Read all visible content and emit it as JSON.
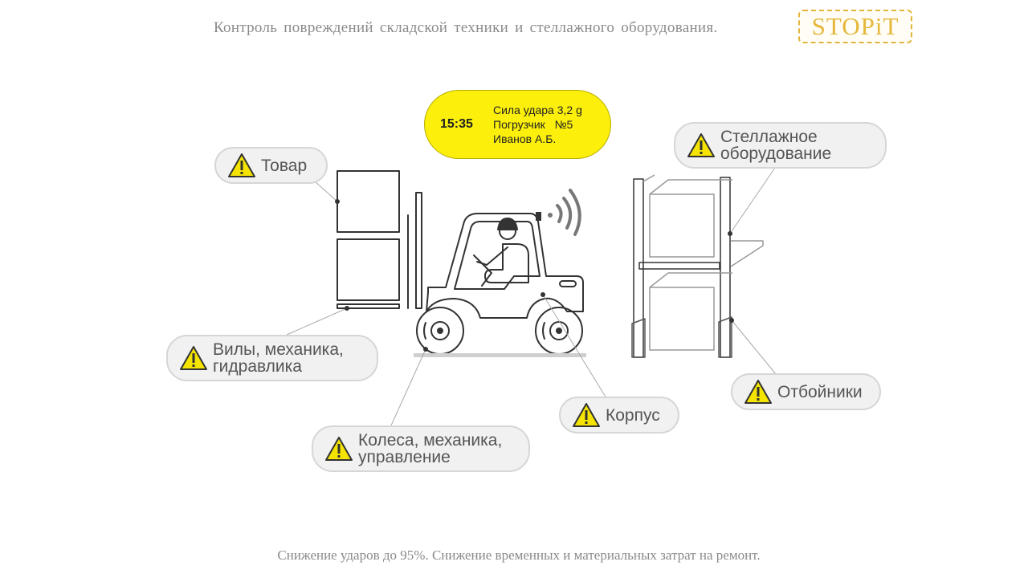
{
  "header": {
    "title": "Контроль повреждений  складской  техники  и стеллажного  оборудования.",
    "logo_text": "STOPiT"
  },
  "event_card": {
    "time": "15:35",
    "lines": [
      "Сила удара 3,2 g",
      "Погрузчик   №5",
      "Иванов А.Б."
    ]
  },
  "callouts": {
    "goods": "Товар",
    "forks": "Вилы, механика,\nгидравлика",
    "wheels": "Колеса, механика,\nуправление",
    "body": "Корпус",
    "racks": "Стеллажное\nоборудование",
    "bumpers": "Отбойники"
  },
  "icons": {
    "warning": "warning-triangle-icon",
    "signal": "wireless-signal-icon"
  },
  "colors": {
    "accent_yellow": "#fbef0b",
    "callout_bg": "#f1f1f1",
    "logo": "#e5b73a"
  },
  "footer": {
    "text": "Снижение ударов до 95%. Снижение временных и материальных затрат на ремонт."
  }
}
